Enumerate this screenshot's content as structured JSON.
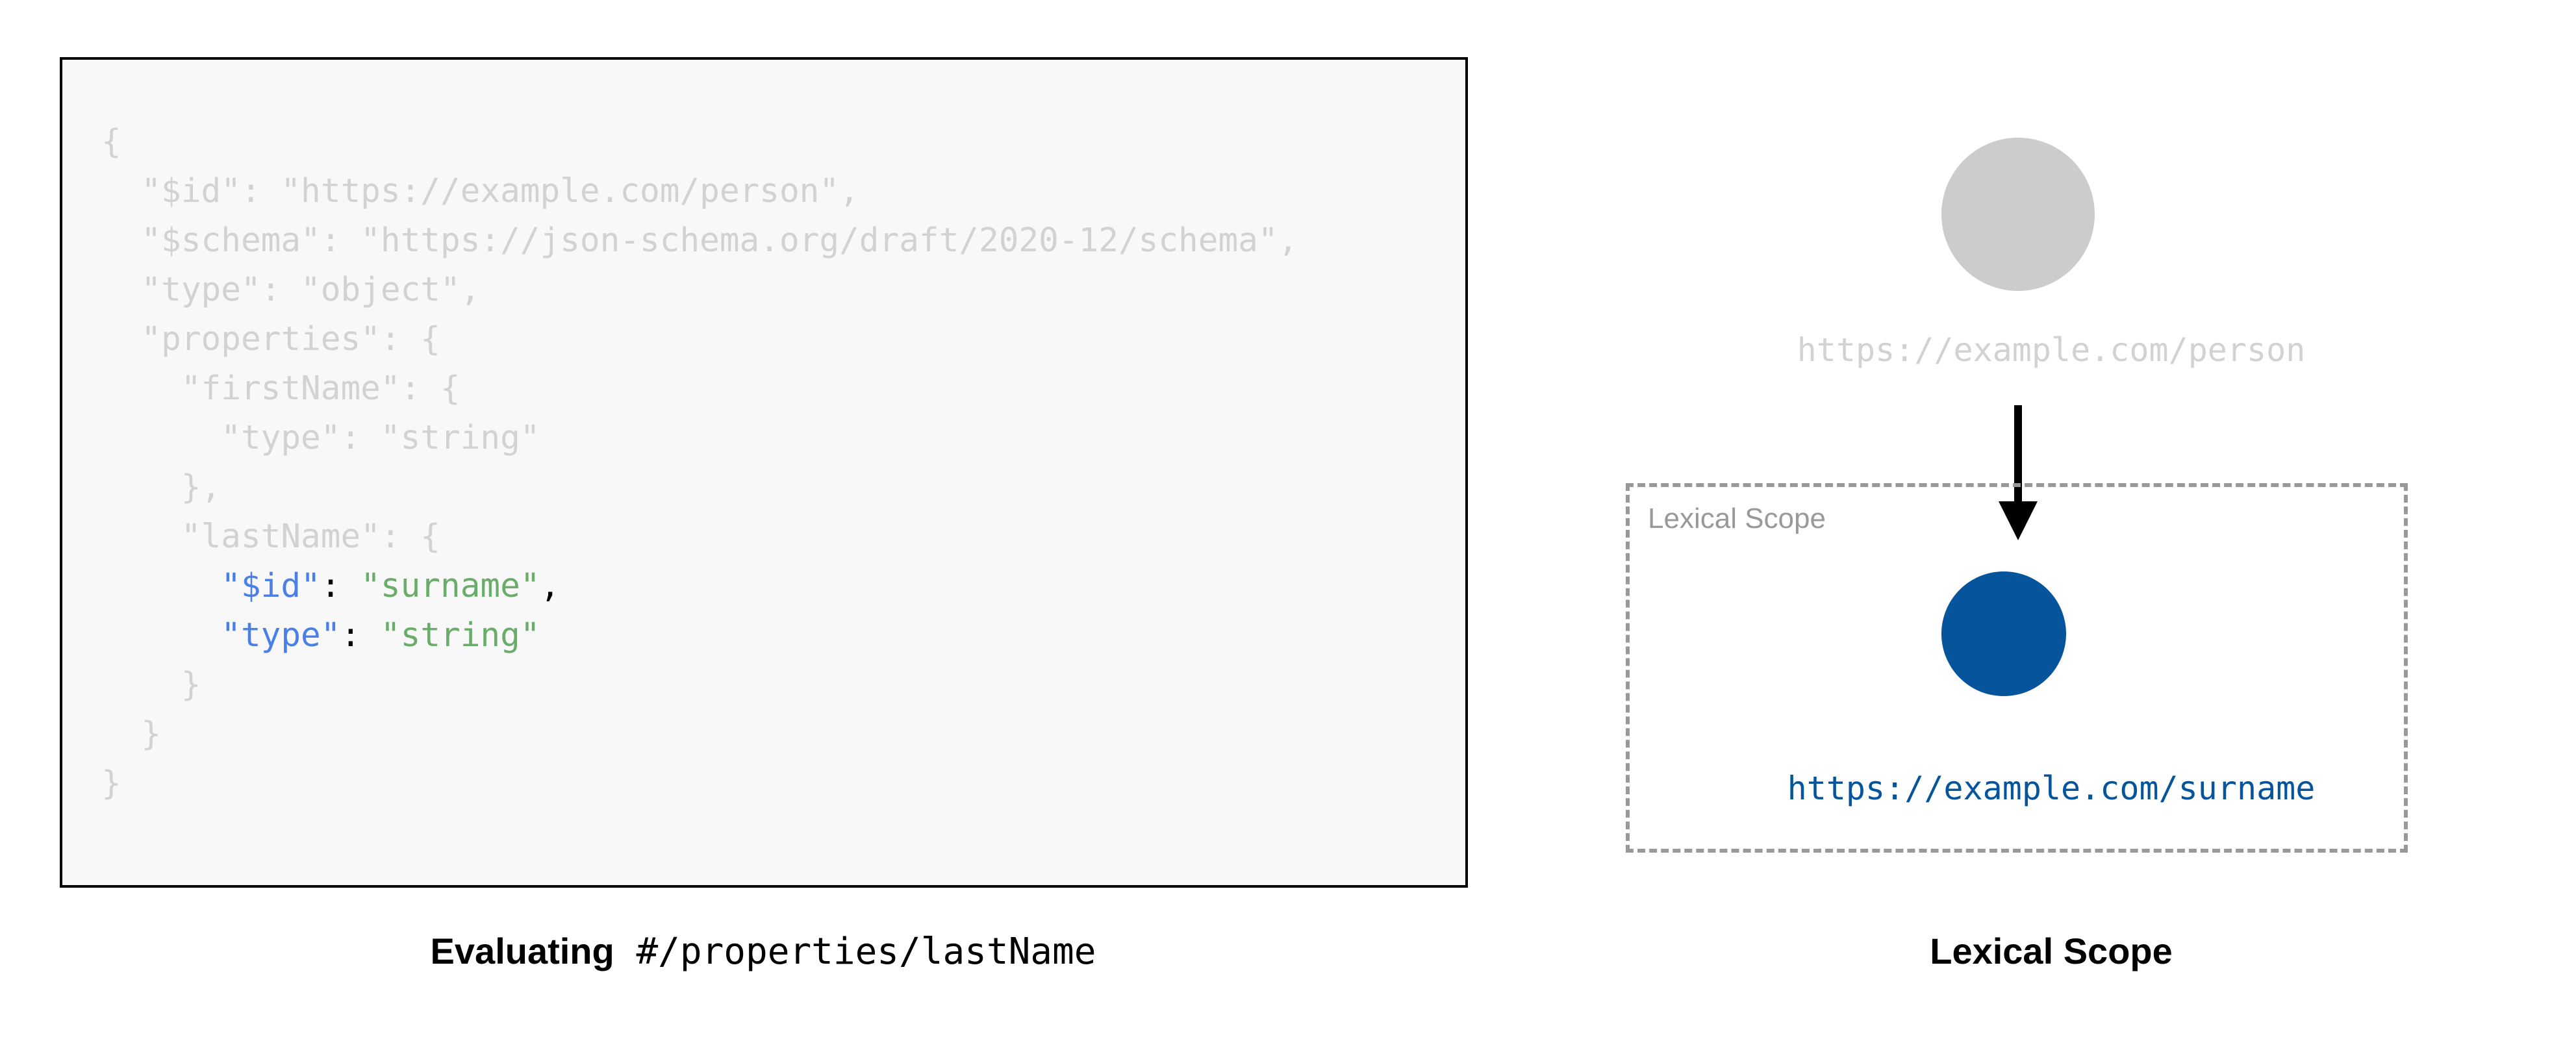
{
  "colors": {
    "code_dim": "#d2d2d2",
    "code_key": "#4a7fe8",
    "code_string": "#6aad6a",
    "code_punct": "#000000",
    "code_background": "#f8f8f8",
    "code_border": "#000000",
    "outer_node": "#cccccc",
    "inner_node": "#05549c",
    "scope_border": "#999999",
    "scope_label": "#999999"
  },
  "left_panel": {
    "code": {
      "language": "json",
      "lines": [
        {
          "indent": 0,
          "tokens": [
            {
              "text": "{",
              "style": "dim"
            }
          ]
        },
        {
          "indent": 1,
          "tokens": [
            {
              "text": "\"$id\": \"https://example.com/person\",",
              "style": "dim"
            }
          ]
        },
        {
          "indent": 1,
          "tokens": [
            {
              "text": "\"$schema\": \"https://json-schema.org/draft/2020-12/schema\",",
              "style": "dim"
            }
          ]
        },
        {
          "indent": 1,
          "tokens": [
            {
              "text": "\"type\": \"object\",",
              "style": "dim"
            }
          ]
        },
        {
          "indent": 1,
          "tokens": [
            {
              "text": "\"properties\": {",
              "style": "dim"
            }
          ]
        },
        {
          "indent": 2,
          "tokens": [
            {
              "text": "\"firstName\": {",
              "style": "dim"
            }
          ]
        },
        {
          "indent": 3,
          "tokens": [
            {
              "text": "\"type\": \"string\"",
              "style": "dim"
            }
          ]
        },
        {
          "indent": 2,
          "tokens": [
            {
              "text": "},",
              "style": "dim"
            }
          ]
        },
        {
          "indent": 2,
          "tokens": [
            {
              "text": "\"lastName\": {",
              "style": "dim"
            }
          ]
        },
        {
          "indent": 3,
          "tokens": [
            {
              "text": "\"$id\"",
              "style": "key"
            },
            {
              "text": ": ",
              "style": "punct"
            },
            {
              "text": "\"surname\"",
              "style": "string"
            },
            {
              "text": ",",
              "style": "punct"
            }
          ]
        },
        {
          "indent": 3,
          "tokens": [
            {
              "text": "\"type\"",
              "style": "key"
            },
            {
              "text": ": ",
              "style": "punct"
            },
            {
              "text": "\"string\"",
              "style": "string"
            }
          ]
        },
        {
          "indent": 2,
          "tokens": [
            {
              "text": "}",
              "style": "dim"
            }
          ]
        },
        {
          "indent": 1,
          "tokens": [
            {
              "text": "}",
              "style": "dim"
            }
          ]
        },
        {
          "indent": 0,
          "tokens": [
            {
              "text": "}",
              "style": "dim"
            }
          ]
        }
      ]
    },
    "caption": {
      "strong": "Evaluating",
      "mono": "#/properties/lastName"
    }
  },
  "right_panel": {
    "outer_node": {
      "label": "https://example.com/person",
      "shape": "circle"
    },
    "arrow": {
      "direction": "down",
      "icon": "arrow-down-icon"
    },
    "scope_box": {
      "label": "Lexical Scope",
      "border_style": "dashed"
    },
    "inner_node": {
      "label": "https://example.com/surname",
      "shape": "circle"
    },
    "caption": "Lexical Scope"
  }
}
